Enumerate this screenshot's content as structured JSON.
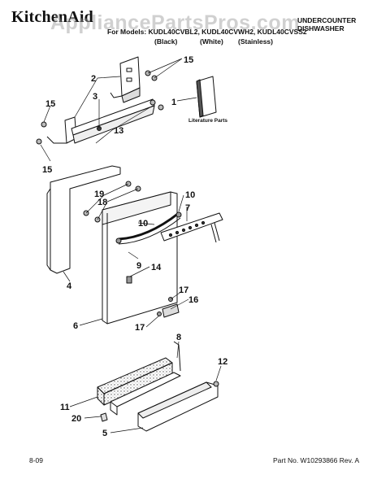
{
  "header": {
    "brand": "KitchenAid",
    "watermark": "AppliancePartsPros.com",
    "models_line": "For Models: KUDL40CVBL2, KUDL40CVWH2, KUDL40CVSS2",
    "variants": [
      "(Black)",
      "(White)",
      "(Stainless)"
    ],
    "product_line1": "UNDERCOUNTER",
    "product_line2": "DISHWASHER"
  },
  "diagram": {
    "literature_label": "Literature Parts",
    "callouts": [
      "15",
      "2",
      "3",
      "1",
      "15",
      "13",
      "15",
      "19",
      "18",
      "10",
      "7",
      "10",
      "4",
      "9",
      "14",
      "17",
      "16",
      "6",
      "17",
      "8",
      "12",
      "11",
      "20",
      "5"
    ]
  },
  "footer": {
    "date_code": "8-09",
    "part_number": "Part No. W10293866 Rev. A"
  }
}
